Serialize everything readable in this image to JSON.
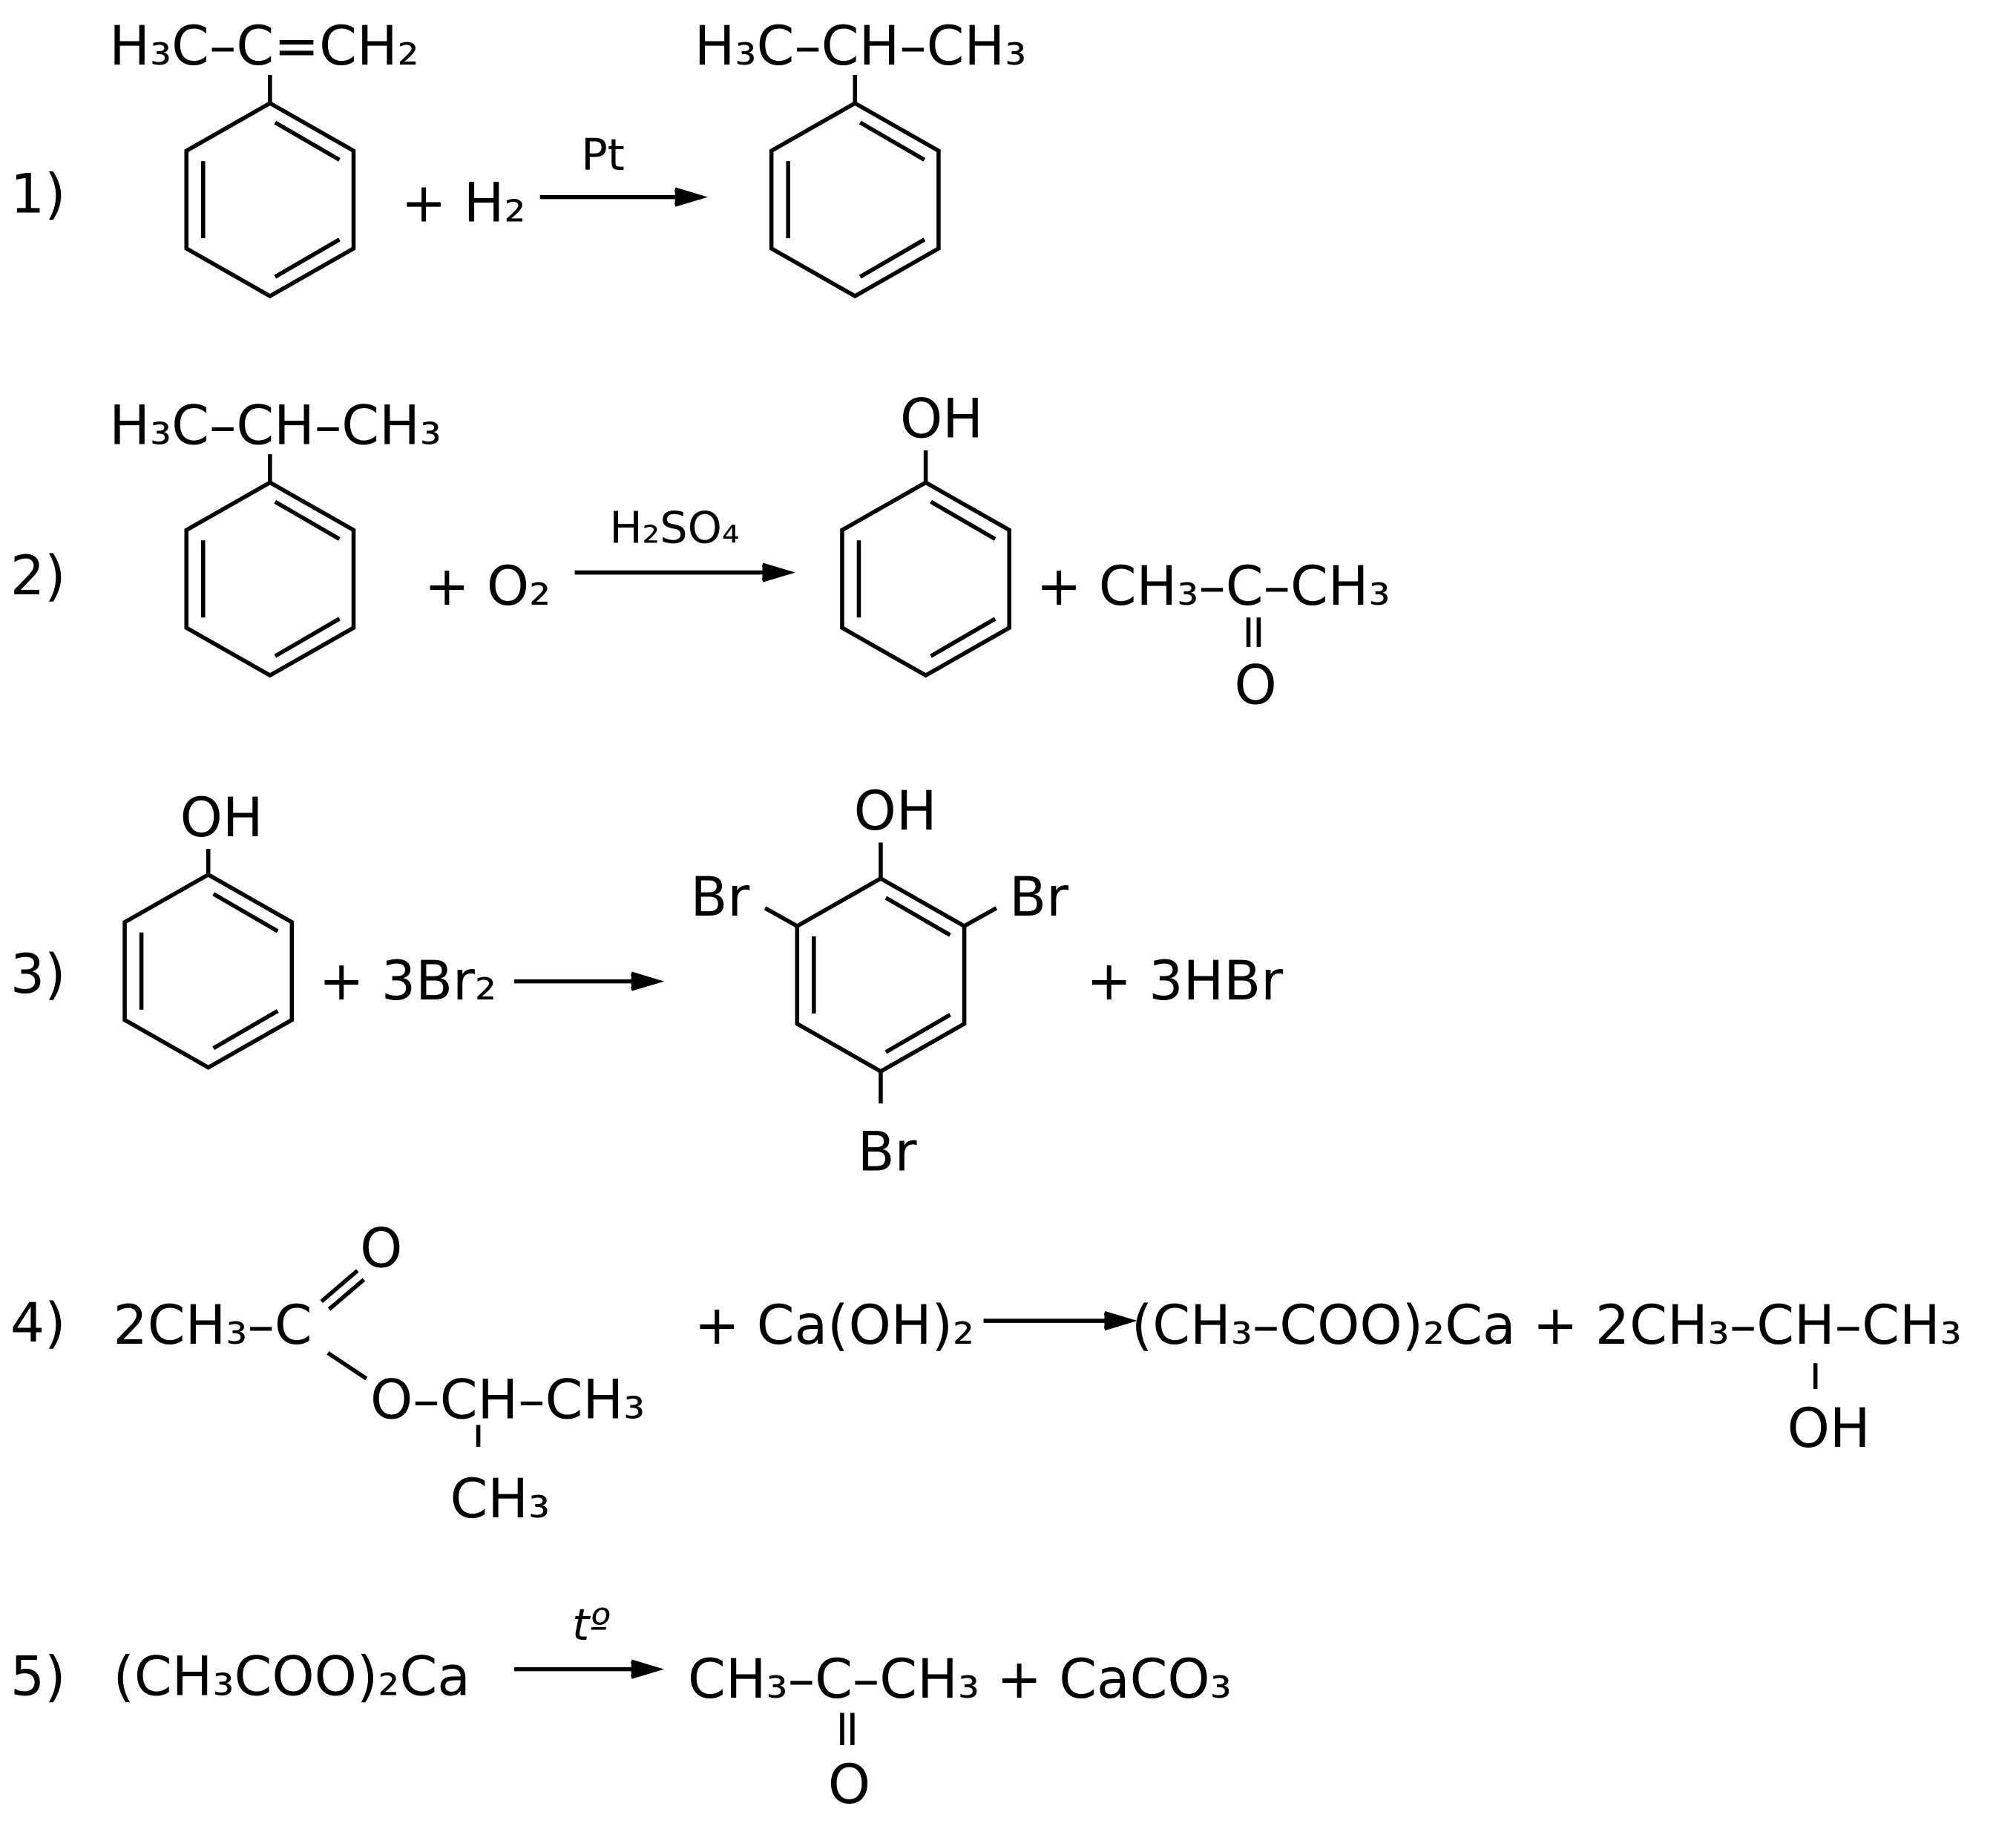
{
  "reactions": [
    {
      "label": "1)",
      "reactant_substituent": "H₃C–C=CH₂",
      "coreactant": "+ H₂",
      "condition": "Pt",
      "product_substituent": "H₃C–CH–CH₃"
    },
    {
      "label": "2)",
      "reactant_substituent": "H₃C–CH–CH₃",
      "coreactant": "+ O₂",
      "condition": "H₂SO₄",
      "product_substituent": "OH",
      "byproduct": "+ CH₃–C–CH₃",
      "byproduct_oxygen": "O"
    },
    {
      "label": "3)",
      "reactant_substituent": "OH",
      "coreactant": "+ 3Br₂",
      "product_oh": "OH",
      "product_br_left": "Br",
      "product_br_right": "Br",
      "product_br_bottom": "Br",
      "byproduct": "+ 3HBr"
    },
    {
      "label": "4)",
      "ester_left": "2CH₃–C",
      "ester_carbonyl_o": "O",
      "ester_o_chain": "O–CH–CH₃",
      "ester_branch": "CH₃",
      "coreactant": "+ Ca(OH)₂",
      "products": "(CH₃–COO)₂Ca + 2CH₃–CH–CH₃",
      "product_oh": "OH"
    },
    {
      "label": "5)",
      "reactant": "(CH₃COO)₂Ca",
      "condition": "tº",
      "products": "CH₃–C–CH₃ + CaCO₃",
      "product_oxygen": "O"
    }
  ]
}
